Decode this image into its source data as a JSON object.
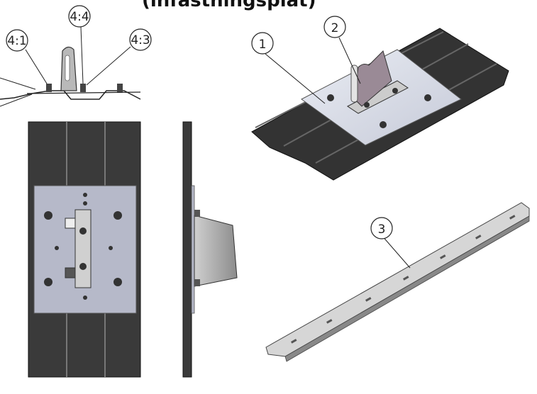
{
  "title": "(infästningsplåt)",
  "callouts": {
    "c41": "4:1",
    "c44": "4:4",
    "c43": "4:3",
    "c1": "1",
    "c2": "2",
    "c3": "3"
  },
  "colors": {
    "roof": "#3a3a3a",
    "roof_light": "#5a5a5a",
    "plate": "#b9bccb",
    "plate_dark": "#8d90a0",
    "bracket": "#9a8a96",
    "rail": "#d4d4d4",
    "line": "#222222"
  }
}
